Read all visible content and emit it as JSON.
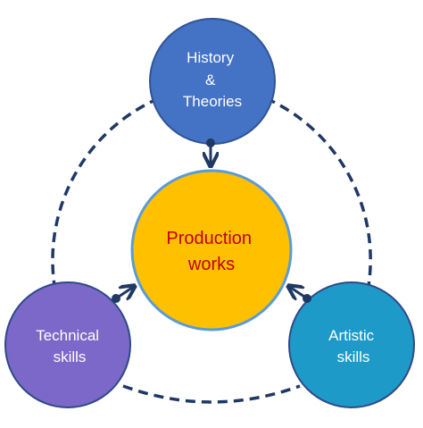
{
  "nodes": {
    "center": {
      "lines": [
        "Production",
        "works"
      ],
      "fill": "#FFC000",
      "stroke": "#5B9BD5",
      "text_color": "#C00000"
    },
    "top": {
      "lines": [
        "History",
        "&",
        "Theories"
      ],
      "fill": "#4472C4",
      "stroke": "#2F5597",
      "text_color": "#ffffff"
    },
    "left": {
      "lines": [
        "Technical",
        "skills"
      ],
      "fill": "#7B68C8",
      "stroke": "#2F4A88",
      "text_color": "#ffffff"
    },
    "right": {
      "lines": [
        "Artistic",
        "skills"
      ],
      "fill": "#1E9AC8",
      "stroke": "#2F4A88",
      "text_color": "#ffffff"
    }
  },
  "connector_color": "#1F3864",
  "background": "#ffffff"
}
